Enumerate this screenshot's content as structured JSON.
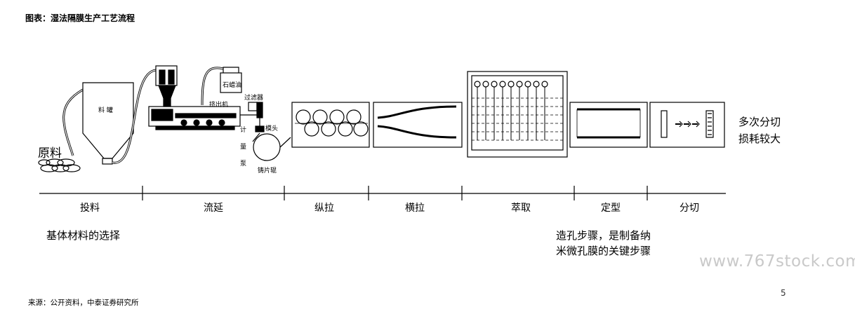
{
  "title": "图表：湿法隔膜生产工艺流程",
  "raw_label": "原料",
  "equipment": {
    "tank": "料 罐",
    "oil": "石蜡油",
    "extruder": "挤出机",
    "filter": "过滤器",
    "die": "模头",
    "pump": "计\n量\n泵",
    "cast_roll": "铸片辊"
  },
  "stages": [
    "投料",
    "流延",
    "纵拉",
    "横拉",
    "萃取",
    "定型",
    "分切"
  ],
  "notes": {
    "material": "基体材料的选择",
    "slitting": "多次分切\n损耗较大",
    "extraction": "造孔步骤，是制备纳\n米微孔膜的关键步骤"
  },
  "watermark": "www.767stock.com",
  "source": "来源：公开资料，中泰证券研究所",
  "page_number": "5"
}
